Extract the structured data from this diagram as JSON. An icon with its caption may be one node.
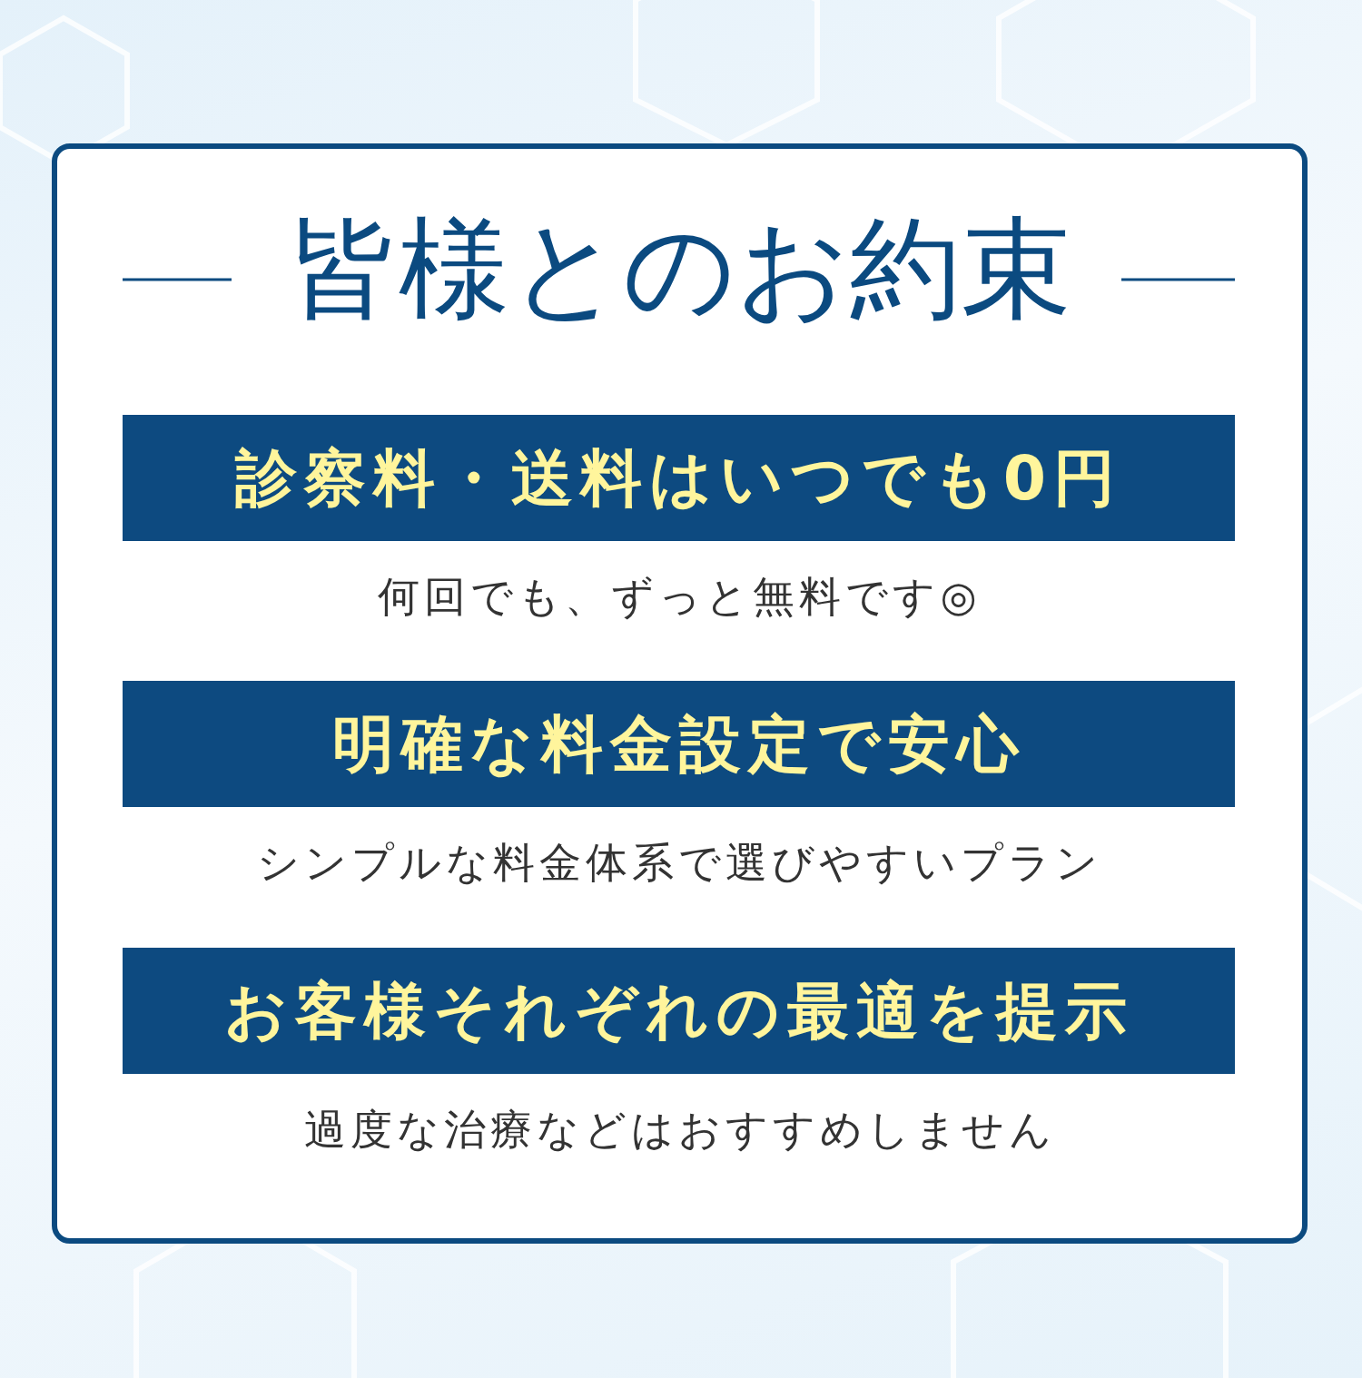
{
  "diagram": {
    "nodes": [
      {
        "text": [
          "皆様とのお約束"
        ]
      },
      {
        "text": [
          "診察料・送料はいつでも0円"
        ],
        "in": 0,
        "beside": [
          "何回でも、ずっと無料です◎"
        ]
      },
      {
        "text": [
          "明確な料金設定で安心"
        ],
        "in": 0,
        "beside": [
          "シンプルな料金体系で選びやすいプラン"
        ]
      },
      {
        "text": [
          "お客様それぞれの最適を提示"
        ],
        "in": 0,
        "beside": [
          "過度な治療などはおすすめしません"
        ]
      }
    ]
  }
}
